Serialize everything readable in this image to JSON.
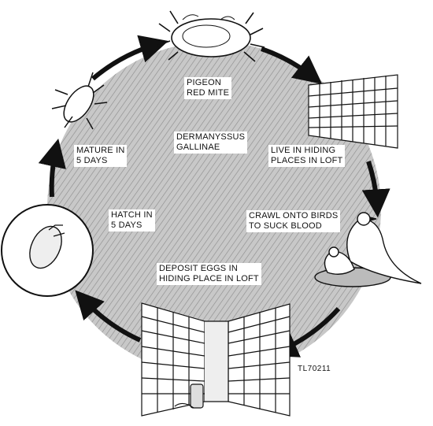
{
  "diagram": {
    "stages": [
      {
        "text": "PIGEON\nRED MITE"
      },
      {
        "text": "DERMANYSSUS\nGALLINAE"
      },
      {
        "text": "LIVE IN HIDING\nPLACES IN LOFT"
      },
      {
        "text": "CRAWL ONTO BIRDS\nTO SUCK BLOOD"
      },
      {
        "text": "DEPOSIT EGGS IN\nHIDING PLACE IN LOFT"
      },
      {
        "text": "HATCH IN\n5 DAYS"
      },
      {
        "text": "MATURE IN\n5 DAYS"
      }
    ],
    "credit": "TL70211"
  }
}
